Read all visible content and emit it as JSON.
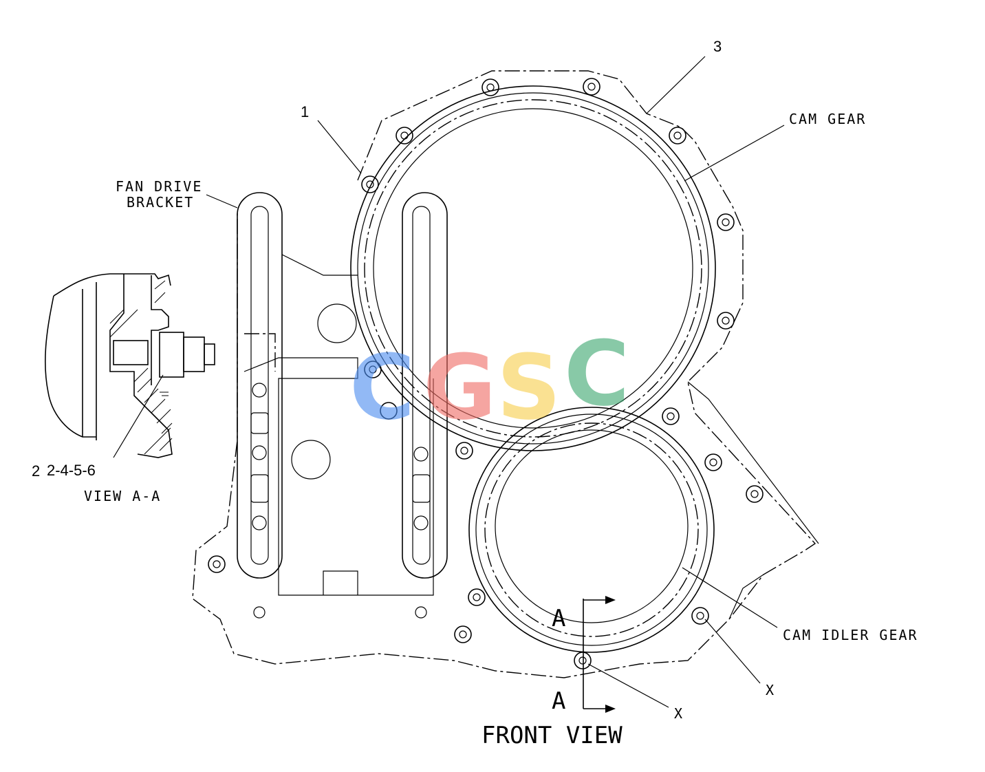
{
  "callouts": {
    "c1": "1",
    "c3": "3",
    "cam_gear": "CAM GEAR",
    "fan_drive_line1": "FAN DRIVE",
    "fan_drive_line2": "BRACKET",
    "view_callout_prefix": "2",
    "view_callout": "2-4-5-6",
    "view_aa": "VIEW A-A",
    "cam_idler_gear": "CAM IDLER GEAR",
    "x_left": "X",
    "x_right": "X",
    "section_a_top": "A",
    "section_a_bottom": "A",
    "front_view": "FRONT VIEW"
  },
  "watermark": {
    "letters": [
      "C",
      "G",
      "S",
      "C"
    ],
    "colors": [
      "#4a8cf0",
      "#ef6b63",
      "#f7ce4a",
      "#3aa66e"
    ]
  }
}
